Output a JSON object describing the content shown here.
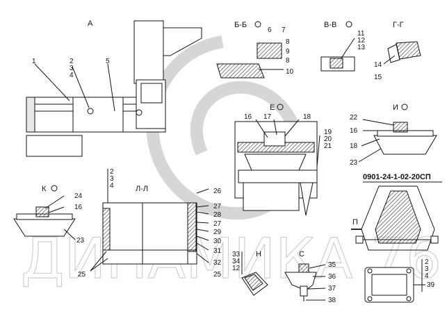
{
  "drawing_code": "0901-24-1-02-20СП",
  "watermark": "ДИНАМИКА 76",
  "views": {
    "a": "А",
    "bb": "Б-Б",
    "vv": "В-В",
    "gg": "Г-Г",
    "e": "Е",
    "i": "И",
    "k": "К",
    "ll": "Л-Л",
    "n": "Н",
    "s": "С",
    "p": "П"
  },
  "callouts": {
    "c1": "1",
    "c2a": "2",
    "c3a": "3",
    "c4a": "4",
    "c5": "5",
    "c6": "6",
    "c7": "7",
    "c8a": "8",
    "c9": "9",
    "c8b": "8",
    "c10": "10",
    "c11": "11",
    "c12a": "12",
    "c13": "13",
    "c14": "14",
    "c15": "15",
    "c16a": "16",
    "c17": "17",
    "c18a": "18",
    "c19": "19",
    "c20": "20",
    "c21": "21",
    "c22": "22",
    "c16b": "16",
    "c18b": "18",
    "c23a": "23",
    "c24": "24",
    "c16c": "16",
    "c23b": "23",
    "c2b": "2",
    "c3b": "3",
    "c4b": "4",
    "c26": "26",
    "c27a": "27",
    "c28": "28",
    "c27b": "27",
    "c29": "29",
    "c30": "30",
    "c31": "31",
    "c32": "32",
    "c25a": "25",
    "c25b": "25",
    "c33": "33",
    "c34": "34",
    "c12b": "12",
    "c35": "35",
    "c36": "36",
    "c37": "37",
    "c38": "38",
    "c2c": "2",
    "c3c": "3",
    "c4c": "4",
    "c39": "39"
  }
}
